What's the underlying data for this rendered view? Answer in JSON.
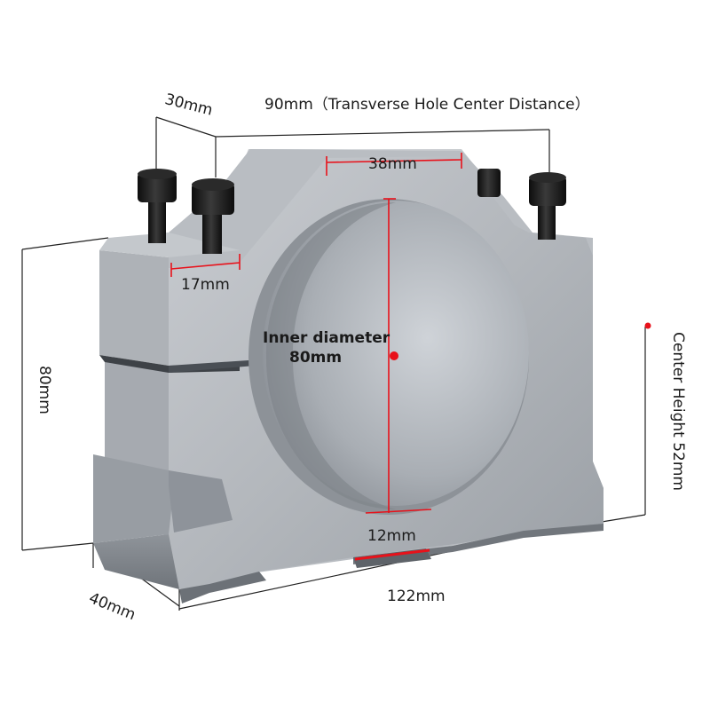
{
  "labels": {
    "depth_top": "30mm",
    "hole_distance": "90mm（Transverse Hole Center Distance）",
    "top_flat": "38mm",
    "slot_width": "17mm",
    "inner_diameter_line1": "Inner diameter",
    "inner_diameter_line2": "80mm",
    "height": "80mm",
    "center_height": "Center Height  52mm",
    "base_thickness": "12mm",
    "width": "122mm",
    "depth_bottom": "40mm"
  },
  "colors": {
    "dimension_line": "#222222",
    "accent_red": "#e8111a",
    "metal_light": "#d3d6da",
    "metal_mid": "#aeb2b7",
    "metal_dark": "#7f848a",
    "bore_shadow": "#9ea3a9",
    "bolt": "#1b1b1b"
  }
}
